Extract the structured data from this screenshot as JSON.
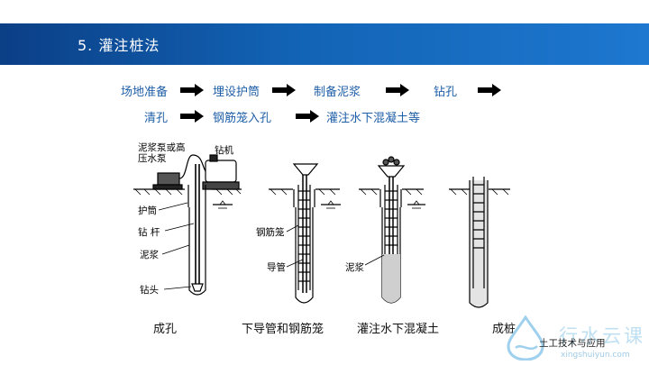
{
  "slide": {
    "title": "5. 灌注桩法"
  },
  "process": {
    "row1": [
      "场地准备",
      "埋设护筒",
      "制备泥浆",
      "钻孔"
    ],
    "row2": [
      "清孔",
      "钢筋笼入孔",
      "灌注水下混凝土等"
    ]
  },
  "figure": {
    "labels": {
      "pump": "泥浆泵或高压水泵",
      "drill_rig": "钻机",
      "casing": "护筒",
      "drill_rod": "钻 杆",
      "mud_left": "泥浆",
      "drill_bit": "钻头",
      "cage": "钢筋笼",
      "guide_pipe": "导管",
      "mud_right": "泥浆"
    },
    "captions": [
      "成孔",
      "下导管和钢筋笼",
      "灌注水下混凝土",
      "成桩"
    ]
  },
  "watermark": {
    "brand": "行水云课",
    "sub": "土工技术与应用",
    "url": "xingshuiyun.com"
  },
  "colors": {
    "banner": "#1263b5",
    "step_text": "#1f5fa8"
  },
  "icons": [
    "right-arrow-icon",
    "water-drop-logo-icon"
  ]
}
